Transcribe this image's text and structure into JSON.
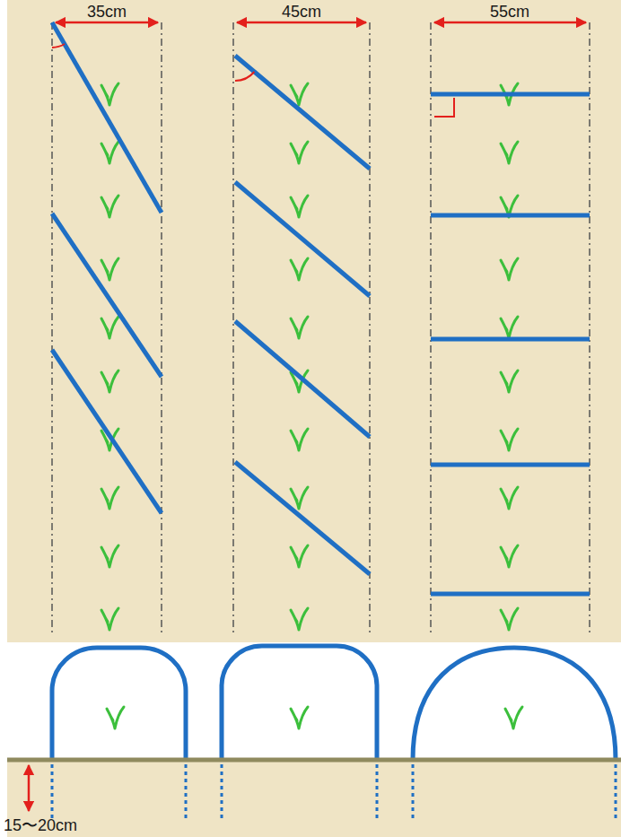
{
  "diagram": {
    "labels": [
      "35cm",
      "45cm",
      "55cm",
      "15〜20cm"
    ]
  }
}
